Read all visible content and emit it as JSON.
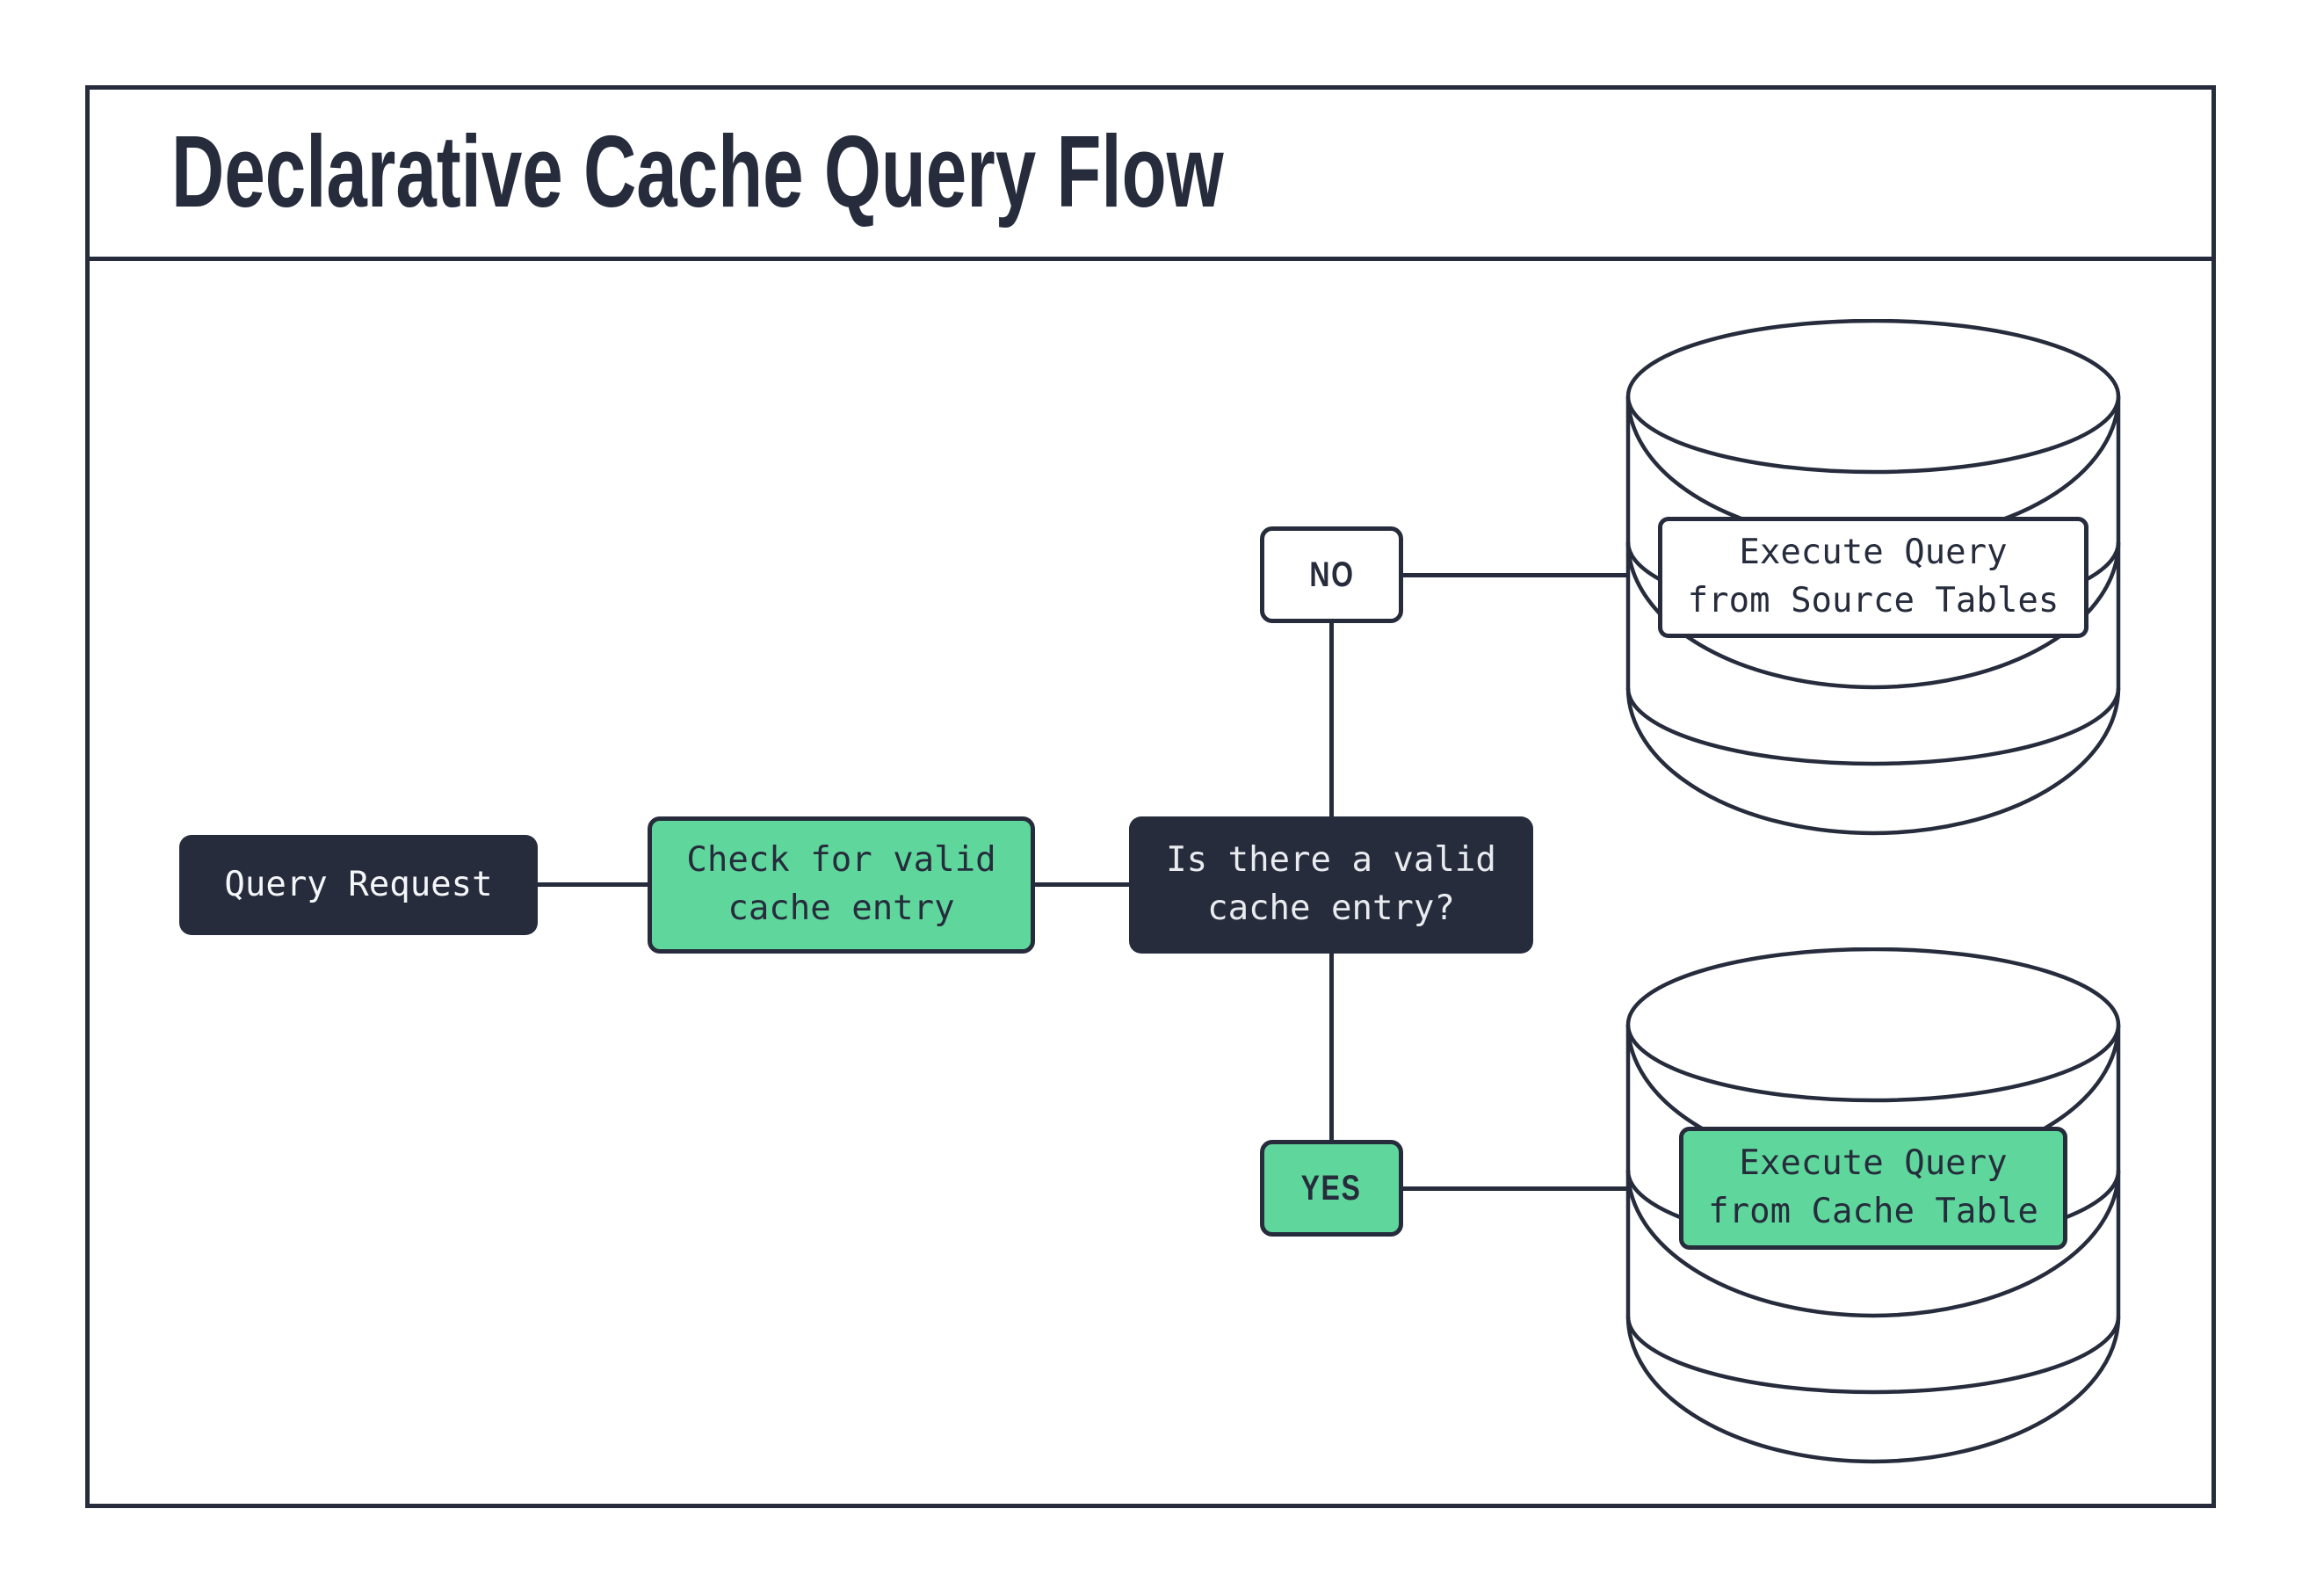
{
  "header": {
    "title": "Declarative Cache Query Flow"
  },
  "nodes": {
    "query_request": {
      "label": "Query Request"
    },
    "check_cache": {
      "label": "Check for valid\ncache entry"
    },
    "decision": {
      "label": "Is there a valid\ncache entry?"
    },
    "no_branch": {
      "label": "NO"
    },
    "yes_branch": {
      "label": "YES"
    },
    "source_db": {
      "label": "Execute Query\nfrom Source Tables"
    },
    "cache_db": {
      "label": "Execute Query\nfrom Cache Table"
    }
  },
  "icons": {
    "source_database": "database-cylinder-icon",
    "cache_database": "database-cylinder-icon"
  },
  "colors": {
    "dark": "#262C3C",
    "green": "#5FD79C",
    "light_text": "#E9EBEF",
    "white": "#FFFFFF"
  }
}
